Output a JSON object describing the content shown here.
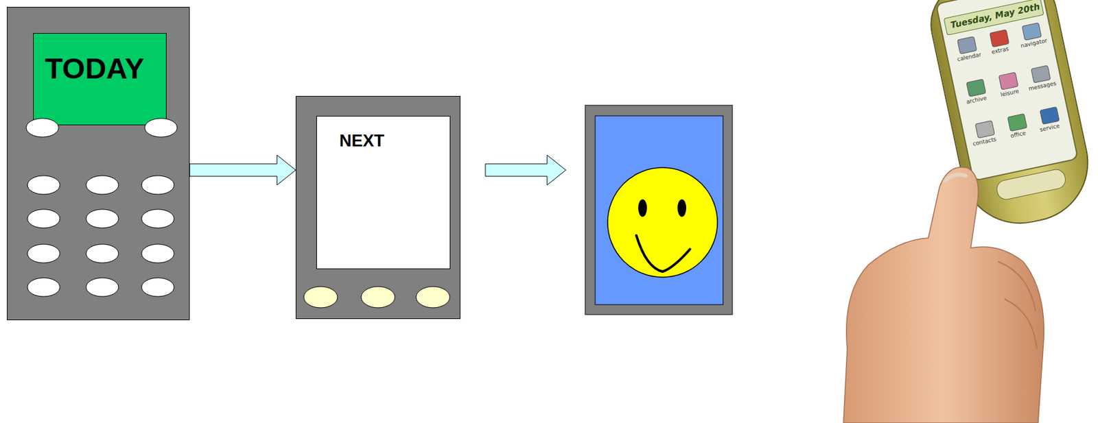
{
  "diagram": {
    "nodes": [
      {
        "text": [
          "TODAY"
        ]
      },
      {
        "text": [
          "NEXT"
        ]
      }
    ],
    "edges": [
      {
        "from": 0,
        "to": 1,
        "arrow": "to"
      }
    ],
    "labels": [
      "Tuesday, May 20th",
      "calendar",
      "extras",
      "navigator",
      "archive",
      "leisure",
      "messages",
      "contacts",
      "office",
      "service"
    ]
  }
}
